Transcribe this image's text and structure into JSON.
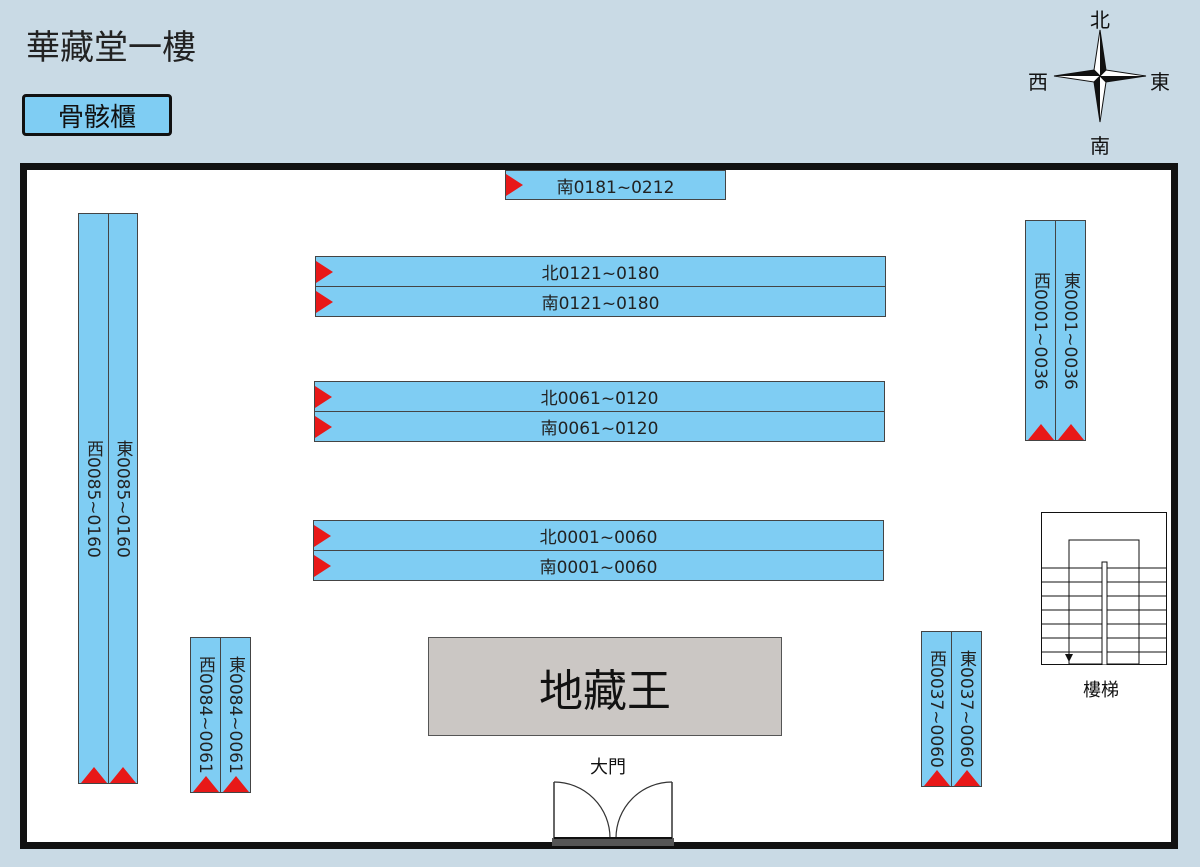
{
  "map": {
    "title": "華藏堂一樓",
    "legend_label": "骨骸櫃",
    "compass": {
      "north": "北",
      "south": "南",
      "east": "東",
      "west": "西"
    },
    "statue_label": "地藏王",
    "door_label": "大門",
    "stairs_label": "樓梯",
    "colors": {
      "cabinet": "#7fcdf3",
      "marker": "#e81818",
      "background": "#c9dae5",
      "statue": "#cbc7c4"
    },
    "cabinets": {
      "top_south": "南0181~0212",
      "row3_north": "北0121~0180",
      "row3_south": "南0121~0180",
      "row2_north": "北0061~0120",
      "row2_south": "南0061~0120",
      "row1_north": "北0001~0060",
      "row1_south": "南0001~0060",
      "west_long_east": "東0085~0160",
      "west_long_west": "西0085~0160",
      "west_short_east": "東0084~0061",
      "west_short_west": "西0084~0061",
      "ne_east": "東0001~0036",
      "ne_west": "西0001~0036",
      "se_east": "東0037~0060",
      "se_west": "西0037~0060"
    }
  }
}
